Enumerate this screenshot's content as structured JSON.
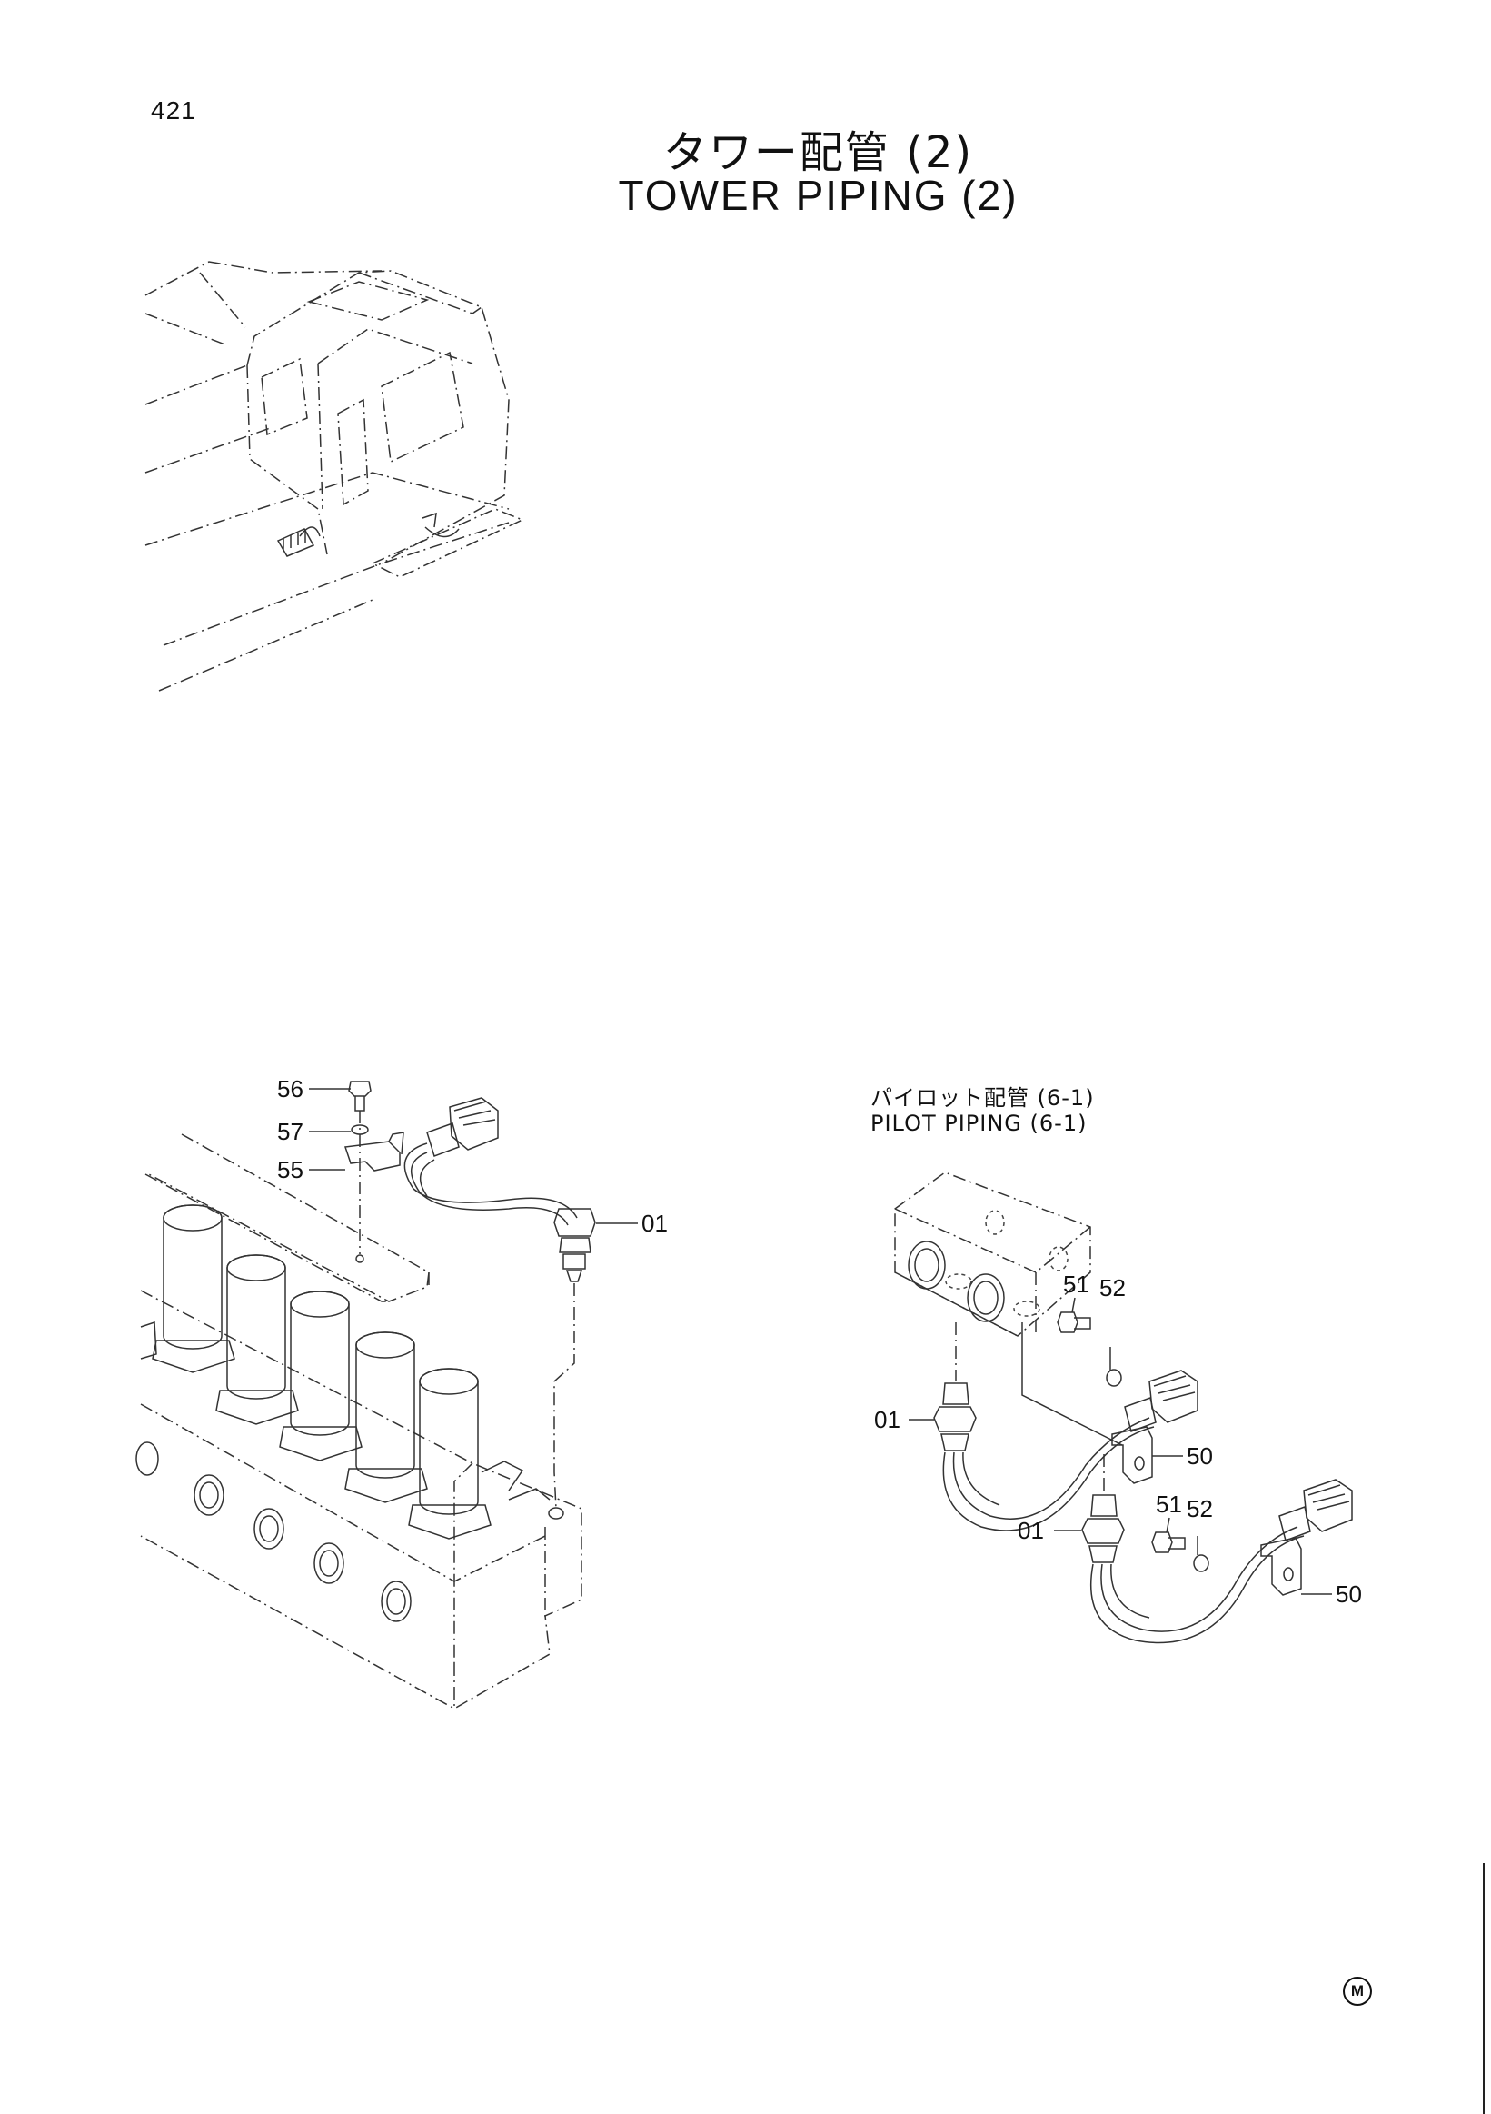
{
  "page_number": "421",
  "title_jp": "タワー配管 (2)",
  "title_en": "TOWER PIPING (2)",
  "reference_jp": "パイロット配管 (6-1)",
  "reference_en": "PILOT PIPING (6-1)",
  "left_callouts": {
    "c56": "56",
    "c57": "57",
    "c55": "55",
    "c01": "01"
  },
  "right_callouts": {
    "c51a": "51",
    "c52a": "52",
    "c01a": "01",
    "c50a": "50",
    "c51b": "51",
    "c52b": "52",
    "c01b": "01",
    "c50b": "50"
  },
  "corner_mark": "M"
}
